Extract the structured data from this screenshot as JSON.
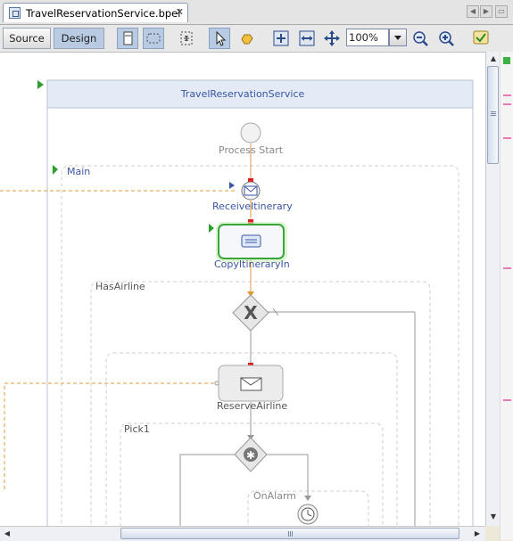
{
  "editor_tab": {
    "title": "TravelReservationService.bpel",
    "close_symbol": "✕"
  },
  "toolbar": {
    "source_label": "Source",
    "design_label": "Design",
    "zoom_value": "100%"
  },
  "diagram": {
    "process_title": "TravelReservationService",
    "process_start_label": "Process Start",
    "main_scope_label": "Main",
    "receive_label": "ReceiveItinerary",
    "assign_label": "CopyItineraryIn",
    "hasairline_scope_label": "HasAirline",
    "reserve_label": "ReserveAirline",
    "pick_scope_label": "Pick1",
    "onalarm_label": "OnAlarm"
  },
  "colors": {
    "accent_orange": "#e09a3c",
    "connector_red": "#e02020",
    "selection_green": "#4caf50",
    "label_blue": "#3a56a5"
  }
}
